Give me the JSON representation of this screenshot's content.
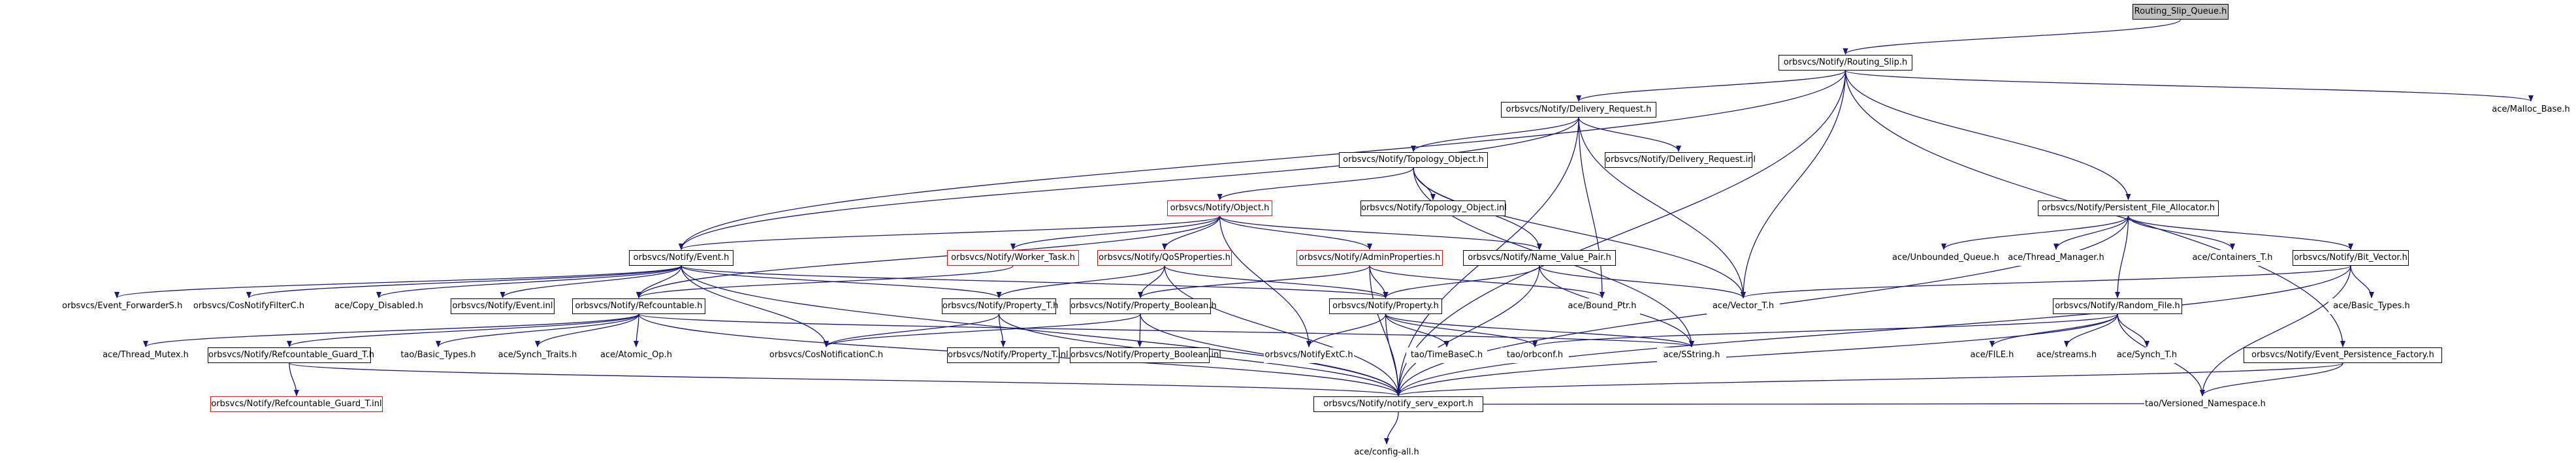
{
  "nodes": {
    "n0": "Routing_Slip_Queue.h",
    "n1": "orbsvcs/Notify/Routing_Slip.h",
    "n2": "orbsvcs/Notify/Delivery_Request.h",
    "n3": "orbsvcs/Notify/Topology_Object.h",
    "n4": "orbsvcs/Notify/Delivery_Request.inl",
    "n5": "orbsvcs/Notify/Object.h",
    "n6": "orbsvcs/Notify/Topology_Object.inl",
    "n7": "orbsvcs/Notify/Persistent_File_Allocator.h",
    "n8": "ace/Malloc_Base.h",
    "n9": "orbsvcs/Notify/Event.h",
    "n10": "orbsvcs/Notify/Worker_Task.h",
    "n11": "orbsvcs/Notify/QoSProperties.h",
    "n12": "orbsvcs/Notify/AdminProperties.h",
    "n13": "orbsvcs/Notify/Name_Value_Pair.h",
    "n14": "ace/Unbounded_Queue.h",
    "n15": "ace/Thread_Manager.h",
    "n16": "ace/Containers_T.h",
    "n17": "orbsvcs/Notify/Bit_Vector.h",
    "n18": "orbsvcs/Event_ForwarderS.h",
    "n19": "orbsvcs/CosNotifyFilterC.h",
    "n20": "ace/Copy_Disabled.h",
    "n21": "orbsvcs/Notify/Event.inl",
    "n22": "orbsvcs/Notify/Refcountable.h",
    "n23": "orbsvcs/Notify/Property_T.h",
    "n24": "orbsvcs/Notify/Property_Boolean.h",
    "n25": "orbsvcs/Notify/Property.h",
    "n26": "ace/Bound_Ptr.h",
    "n27": "ace/Vector_T.h",
    "n28": "orbsvcs/Notify/Random_File.h",
    "n29": "ace/Basic_Types.h",
    "n30": "ace/Thread_Mutex.h",
    "n31": "orbsvcs/Notify/Refcountable_Guard_T.h",
    "n32": "tao/Basic_Types.h",
    "n33": "ace/Synch_Traits.h",
    "n34": "ace/Atomic_Op.h",
    "n35": "orbsvcs/CosNotificationC.h",
    "n36": "orbsvcs/Notify/Property_T.inl",
    "n37": "orbsvcs/Notify/Property_Boolean.inl",
    "n38": "orbsvcs/NotifyExtC.h",
    "n39": "tao/TimeBaseC.h",
    "n40": "tao/orbconf.h",
    "n41": "ace/SString.h",
    "n42": "ace/FILE.h",
    "n43": "ace/streams.h",
    "n44": "ace/Synch_T.h",
    "n45": "orbsvcs/Notify/Event_Persistence_Factory.h",
    "n46": "orbsvcs/Notify/Refcountable_Guard_T.inl",
    "n47": "orbsvcs/Notify/notify_serv_export.h",
    "n48": "tao/Versioned_Namespace.h",
    "n49": "ace/config-all.h"
  },
  "colors": {
    "edge": "#191970",
    "node_border": "#000000",
    "missing_border": "#ff0000",
    "focus_fill": "#bfbfbf",
    "background": "#ffffff"
  }
}
